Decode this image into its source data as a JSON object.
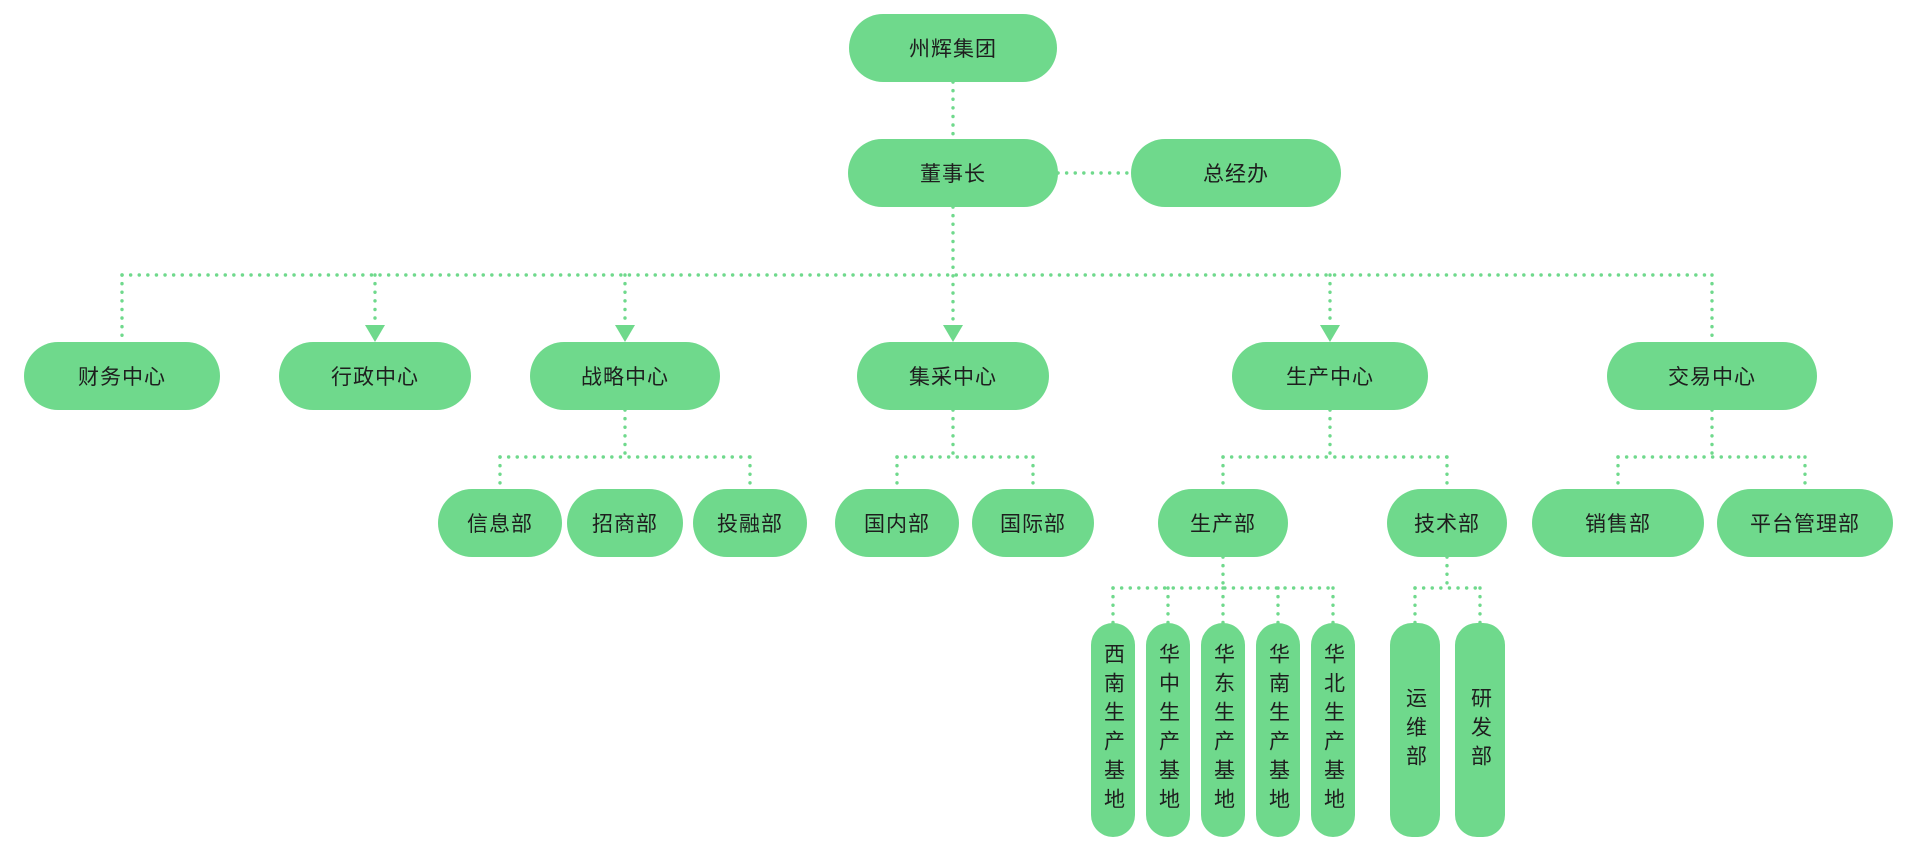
{
  "org_chart": {
    "colors": {
      "node_fill": "#6fd98c",
      "connector": "#6fd98c",
      "text": "#1e1e1e",
      "background": "#ffffff"
    },
    "nodes": {
      "group": {
        "label": "州辉集团"
      },
      "chairman": {
        "label": "董事长"
      },
      "gm_office": {
        "label": "总经办"
      },
      "finance_center": {
        "label": "财务中心"
      },
      "admin_center": {
        "label": "行政中心"
      },
      "strategy_center": {
        "label": "战略中心"
      },
      "procurement_center": {
        "label": "集采中心"
      },
      "production_center": {
        "label": "生产中心"
      },
      "trading_center": {
        "label": "交易中心"
      },
      "info_dept": {
        "label": "信息部"
      },
      "merchants_dept": {
        "label": "招商部"
      },
      "investment_dept": {
        "label": "投融部"
      },
      "domestic_dept": {
        "label": "国内部"
      },
      "international_dept": {
        "label": "国际部"
      },
      "production_dept": {
        "label": "生产部"
      },
      "tech_dept": {
        "label": "技术部"
      },
      "sales_dept": {
        "label": "销售部"
      },
      "platform_mgmt_dept": {
        "label": "平台管理部"
      },
      "base_southwest": {
        "label": "西南生产基地"
      },
      "base_central": {
        "label": "华中生产基地"
      },
      "base_east": {
        "label": "华东生产基地"
      },
      "base_south": {
        "label": "华南生产基地"
      },
      "base_north": {
        "label": "华北生产基地"
      },
      "ops_dept": {
        "label": "运维部"
      },
      "rnd_dept": {
        "label": "研发部"
      }
    }
  }
}
